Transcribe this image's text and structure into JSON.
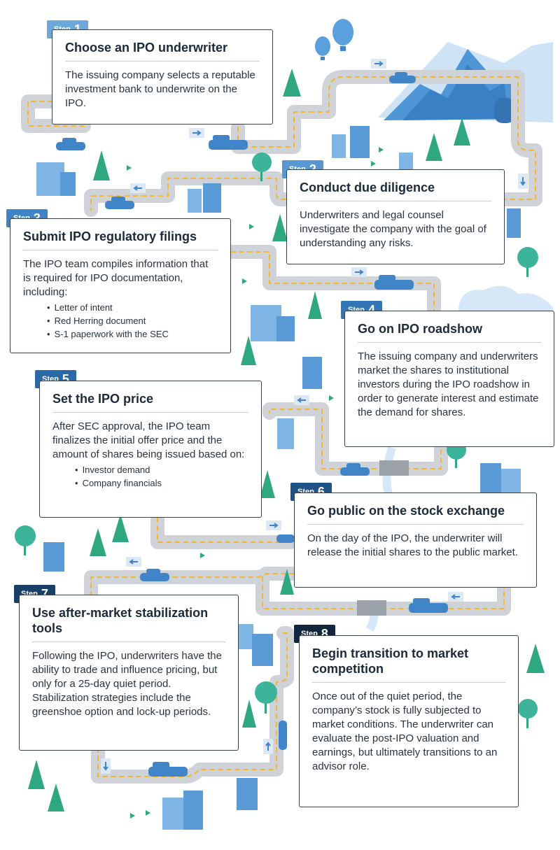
{
  "colors": {
    "road": "#cfd3d8",
    "road_dash": "#f2b631",
    "car": "#3f85c8",
    "tree": "#2fa882",
    "building": "#7fb6e6",
    "mountain": "#4f96d6",
    "balloon": "#5aa0dc",
    "card_border": "#3a4047"
  },
  "steps": [
    {
      "word": "Step",
      "num": "1",
      "title": "Choose an IPO underwriter",
      "body": "The issuing company selects a reputable investment bank to underwrite on the IPO.",
      "bullets": []
    },
    {
      "word": "Step",
      "num": "2",
      "title": "Conduct due diligence",
      "body": "Underwriters and legal counsel investigate the company with the goal of understanding any risks.",
      "bullets": []
    },
    {
      "word": "Step",
      "num": "3",
      "title": "Submit IPO regulatory filings",
      "body": "The IPO team compiles information that is required for IPO documentation, including:",
      "bullets": [
        "Letter of intent",
        "Red Herring document",
        "S-1 paperwork with the SEC"
      ]
    },
    {
      "word": "Step",
      "num": "4",
      "title": "Go on IPO roadshow",
      "body": "The issuing company and underwriters market the shares to institutional investors during the IPO roadshow in order to generate interest and estimate the demand for shares.",
      "bullets": []
    },
    {
      "word": "Step",
      "num": "5",
      "title": "Set the IPO price",
      "body": "After SEC approval, the IPO team finalizes the initial offer price and the amount of shares being issued based on:",
      "bullets": [
        "Investor demand",
        "Company financials"
      ]
    },
    {
      "word": "Step",
      "num": "6",
      "title": "Go public on the stock exchange",
      "body": "On the day of the IPO, the underwriter will release the initial shares to the public market.",
      "bullets": []
    },
    {
      "word": "Step",
      "num": "7",
      "title": "Use after-market stabilization tools",
      "body": "Following the IPO, underwriters have the ability to trade and influence pricing, but only for a 25-day quiet period. Stabilization strategies include the greenshoe option and lock-up periods.",
      "bullets": []
    },
    {
      "word": "Step",
      "num": "8",
      "title": "Begin transition to market competition",
      "body": "Once out of the quiet period, the company’s stock is fully subjected to market conditions. The underwriter can evaluate the post-IPO valuation and earnings, but ultimately transitions to an advisor role.",
      "bullets": []
    }
  ]
}
